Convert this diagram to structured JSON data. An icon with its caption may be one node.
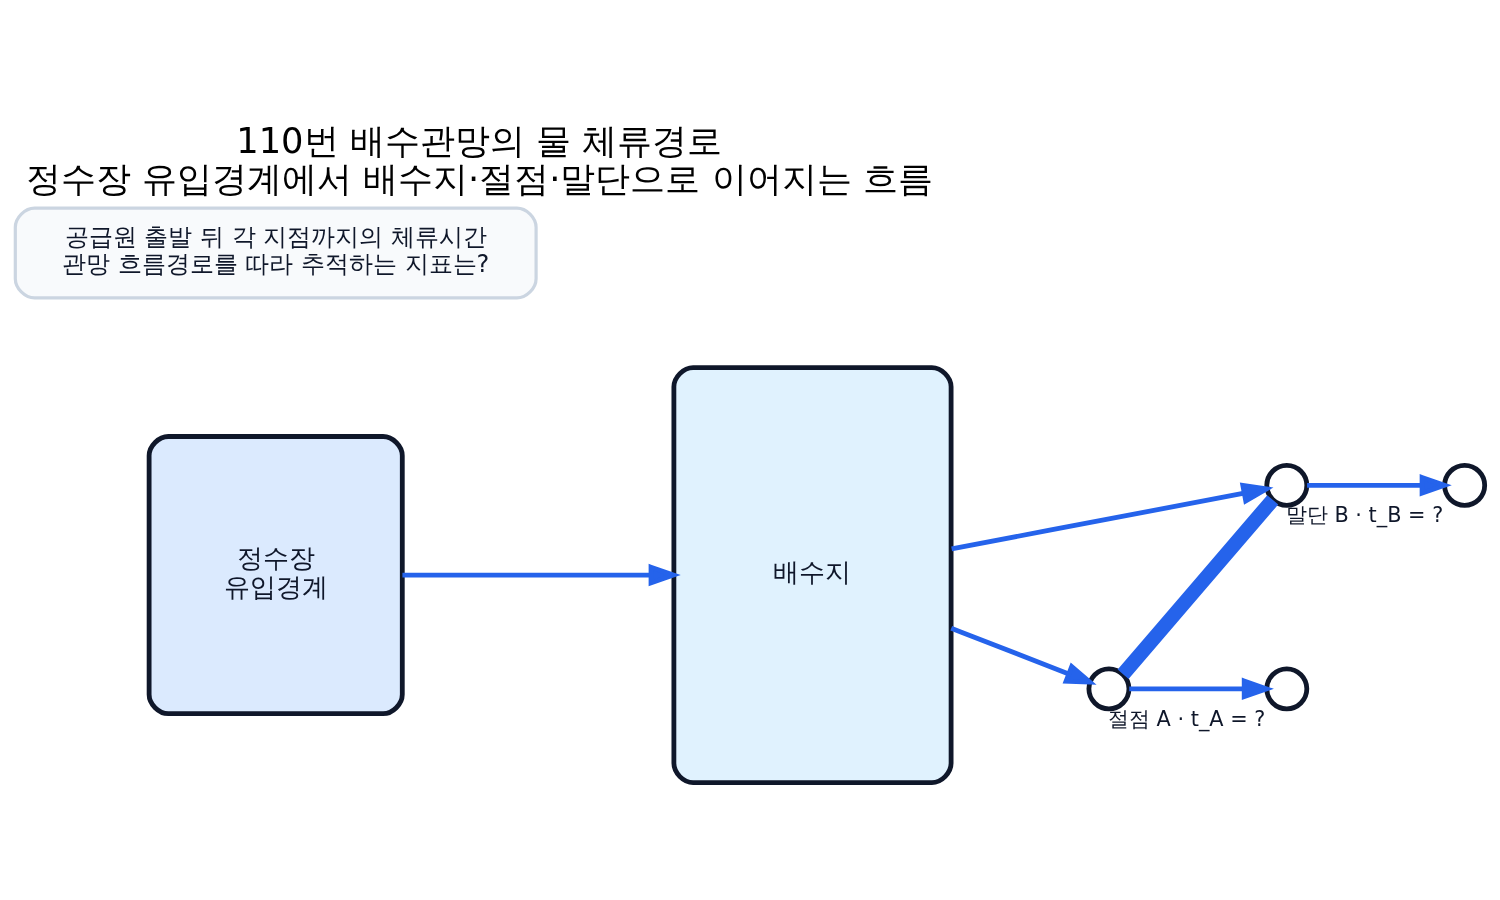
{
  "diagram": {
    "title": "110번 배수관망의 물 체류경로",
    "caption": "정수장 유입경계에서 배수지·절점·말단으로 이어지는 흐름",
    "nodes": [
      {
        "text": [
          "정수장",
          "유입경계"
        ]
      },
      {
        "text": [
          "배수지"
        ]
      },
      {
        "text": [],
        "shape": "circle"
      },
      {
        "text": [],
        "shape": "circle"
      },
      {
        "text": [],
        "shape": "circle",
        "beside": [
          "절점 A · t_A = ?"
        ]
      },
      {
        "text": [],
        "shape": "circle",
        "beside": [
          "말단 B · t_B = ?"
        ]
      },
      {
        "text": [
          "공급원 출발 뒤 각 지점까지의 체류시간",
          "관망 흐름경로를 따라 추적하는 지표는?"
        ]
      }
    ],
    "edges": [
      {
        "from": 0,
        "to": 1,
        "arrow": "to"
      },
      {
        "from": 1,
        "to": 2,
        "arrow": "to"
      },
      {
        "from": 1,
        "to": 3,
        "arrow": "to"
      },
      {
        "from": 2,
        "to": 3,
        "arrow": "none",
        "style": "thick"
      },
      {
        "from": 2,
        "to": 4,
        "arrow": "to"
      },
      {
        "from": 3,
        "to": 5,
        "arrow": "to"
      }
    ]
  }
}
